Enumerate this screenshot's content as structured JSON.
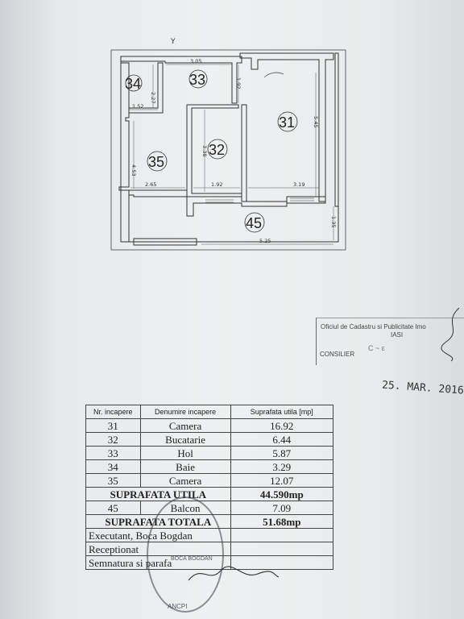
{
  "plan": {
    "north_marker": "Y",
    "rooms": [
      {
        "id": "34",
        "label": "34"
      },
      {
        "id": "33",
        "label": "33"
      },
      {
        "id": "31",
        "label": "31"
      },
      {
        "id": "32",
        "label": "32"
      },
      {
        "id": "35",
        "label": "35"
      },
      {
        "id": "45",
        "label": "45"
      }
    ],
    "dimensions": {
      "d305": "3.05",
      "d227": "2.27",
      "d192v": "1.92",
      "d152": "1.52",
      "d545": "5.45",
      "d338": "3.38",
      "d453": "4.53",
      "d265": "2.65",
      "d192h": "1.92",
      "d319": "3.19",
      "d135": "1.35",
      "d525": "5.25"
    }
  },
  "stamp": {
    "office": "Oficiul de Cadastru si Publicitate Imo",
    "city": "IASI",
    "role": "CONSILIER",
    "scribble": "C ~  ε"
  },
  "date": "25. MAR. 2016",
  "table": {
    "headers": [
      "Nr. incapere",
      "Denumire incapere",
      "Suprafata utila [mp]"
    ],
    "rows": [
      {
        "nr": "31",
        "name": "Camera",
        "area": "16.92"
      },
      {
        "nr": "32",
        "name": "Bucatarie",
        "area": "6.44"
      },
      {
        "nr": "33",
        "name": "Hol",
        "area": "5.87"
      },
      {
        "nr": "34",
        "name": "Baie",
        "area": "3.29"
      },
      {
        "nr": "35",
        "name": "Camera",
        "area": "12.07"
      }
    ],
    "subtotal": {
      "label": "SUPRAFATA UTILA",
      "area": "44.590mp"
    },
    "balcony": {
      "nr": "45",
      "name": "Balcon",
      "area": "7.09"
    },
    "total": {
      "label": "SUPRAFATA TOTALA",
      "area": "51.68mp"
    },
    "executant": "Executant, Boca Bogdan",
    "receptionat": "Receptionat",
    "semnatura": "Semnatura si parafa"
  },
  "seal": {
    "name": "BOCA BOGDAN",
    "org": "ANCPI"
  }
}
